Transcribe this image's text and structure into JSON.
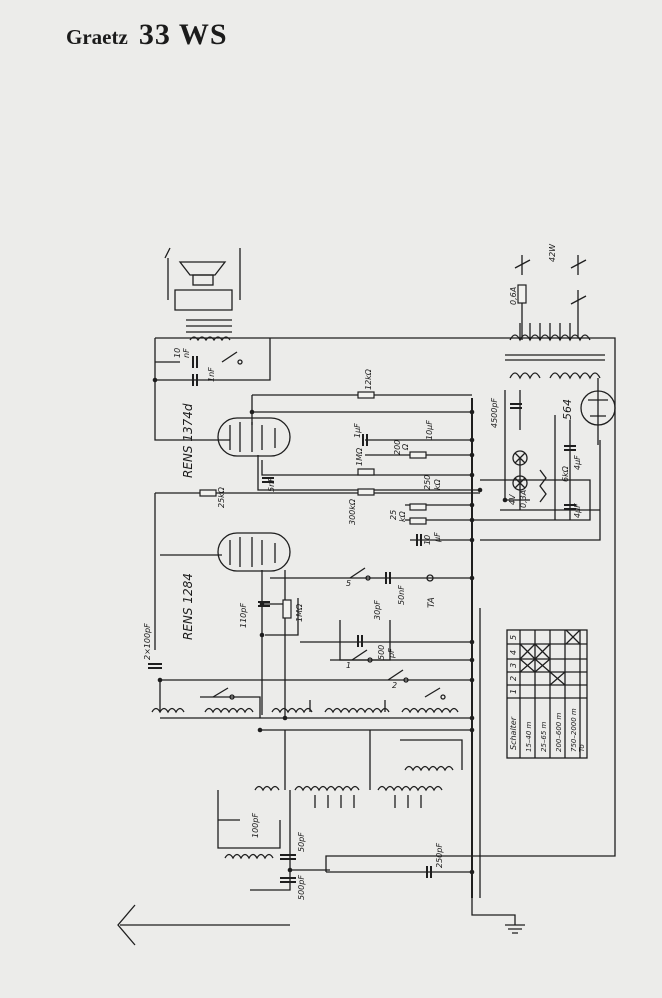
{
  "title": {
    "brand": "Graetz",
    "model": "33 WS"
  },
  "tubes": {
    "output": "RENS 1374d",
    "input": "RENS 1284",
    "rectifier": "564"
  },
  "components": {
    "r_12k": "12kΩ",
    "r_1M_a": "1MΩ",
    "r_1M_b": "1MΩ",
    "r_300k": "300kΩ",
    "r_25k": "25kΩ",
    "r_200": "200",
    "r_200_unit": "Ω",
    "r_25": "25",
    "r_25_unit": "kΩ",
    "r_250": "250",
    "r_250_unit": "kΩ",
    "r_6k": "6kΩ",
    "c_1uF": "1μF",
    "c_10uF_a": "10μF",
    "c_10uF_b": "10",
    "c_10uF_b_unit": "μF",
    "c_5nF": "5nF",
    "c_4500": "4500pF",
    "c_4uF_a": "4μF",
    "c_4uF_b": "4μF",
    "c_10nF": "10",
    "c_10nF_unit": "nF",
    "c_1nF": "1nF",
    "c_110pF": "110pF",
    "c_30pF": "30pF",
    "c_500pF_a": "500",
    "c_500pF_a_unit": "pF",
    "c_50nF": "50nF",
    "c_2x100": "2×100pF",
    "c_100pF": "100pF",
    "c_50pF": "50pF",
    "c_500pF_b": "500pF",
    "c_250pF": "250pF",
    "fuse": "0,6A",
    "power": "42W",
    "lamp_v": "4V",
    "lamp_a": "0,3A",
    "ta": "TA",
    "sw1": "1",
    "sw2": "2",
    "sw5": "5"
  },
  "switch_table": {
    "header": "Schalter",
    "columns": [
      "1",
      "2",
      "3",
      "4",
      "5"
    ],
    "rows": [
      "15–40 m",
      "25–65 m",
      "200–600 m",
      "750–2000 m",
      "To"
    ]
  }
}
